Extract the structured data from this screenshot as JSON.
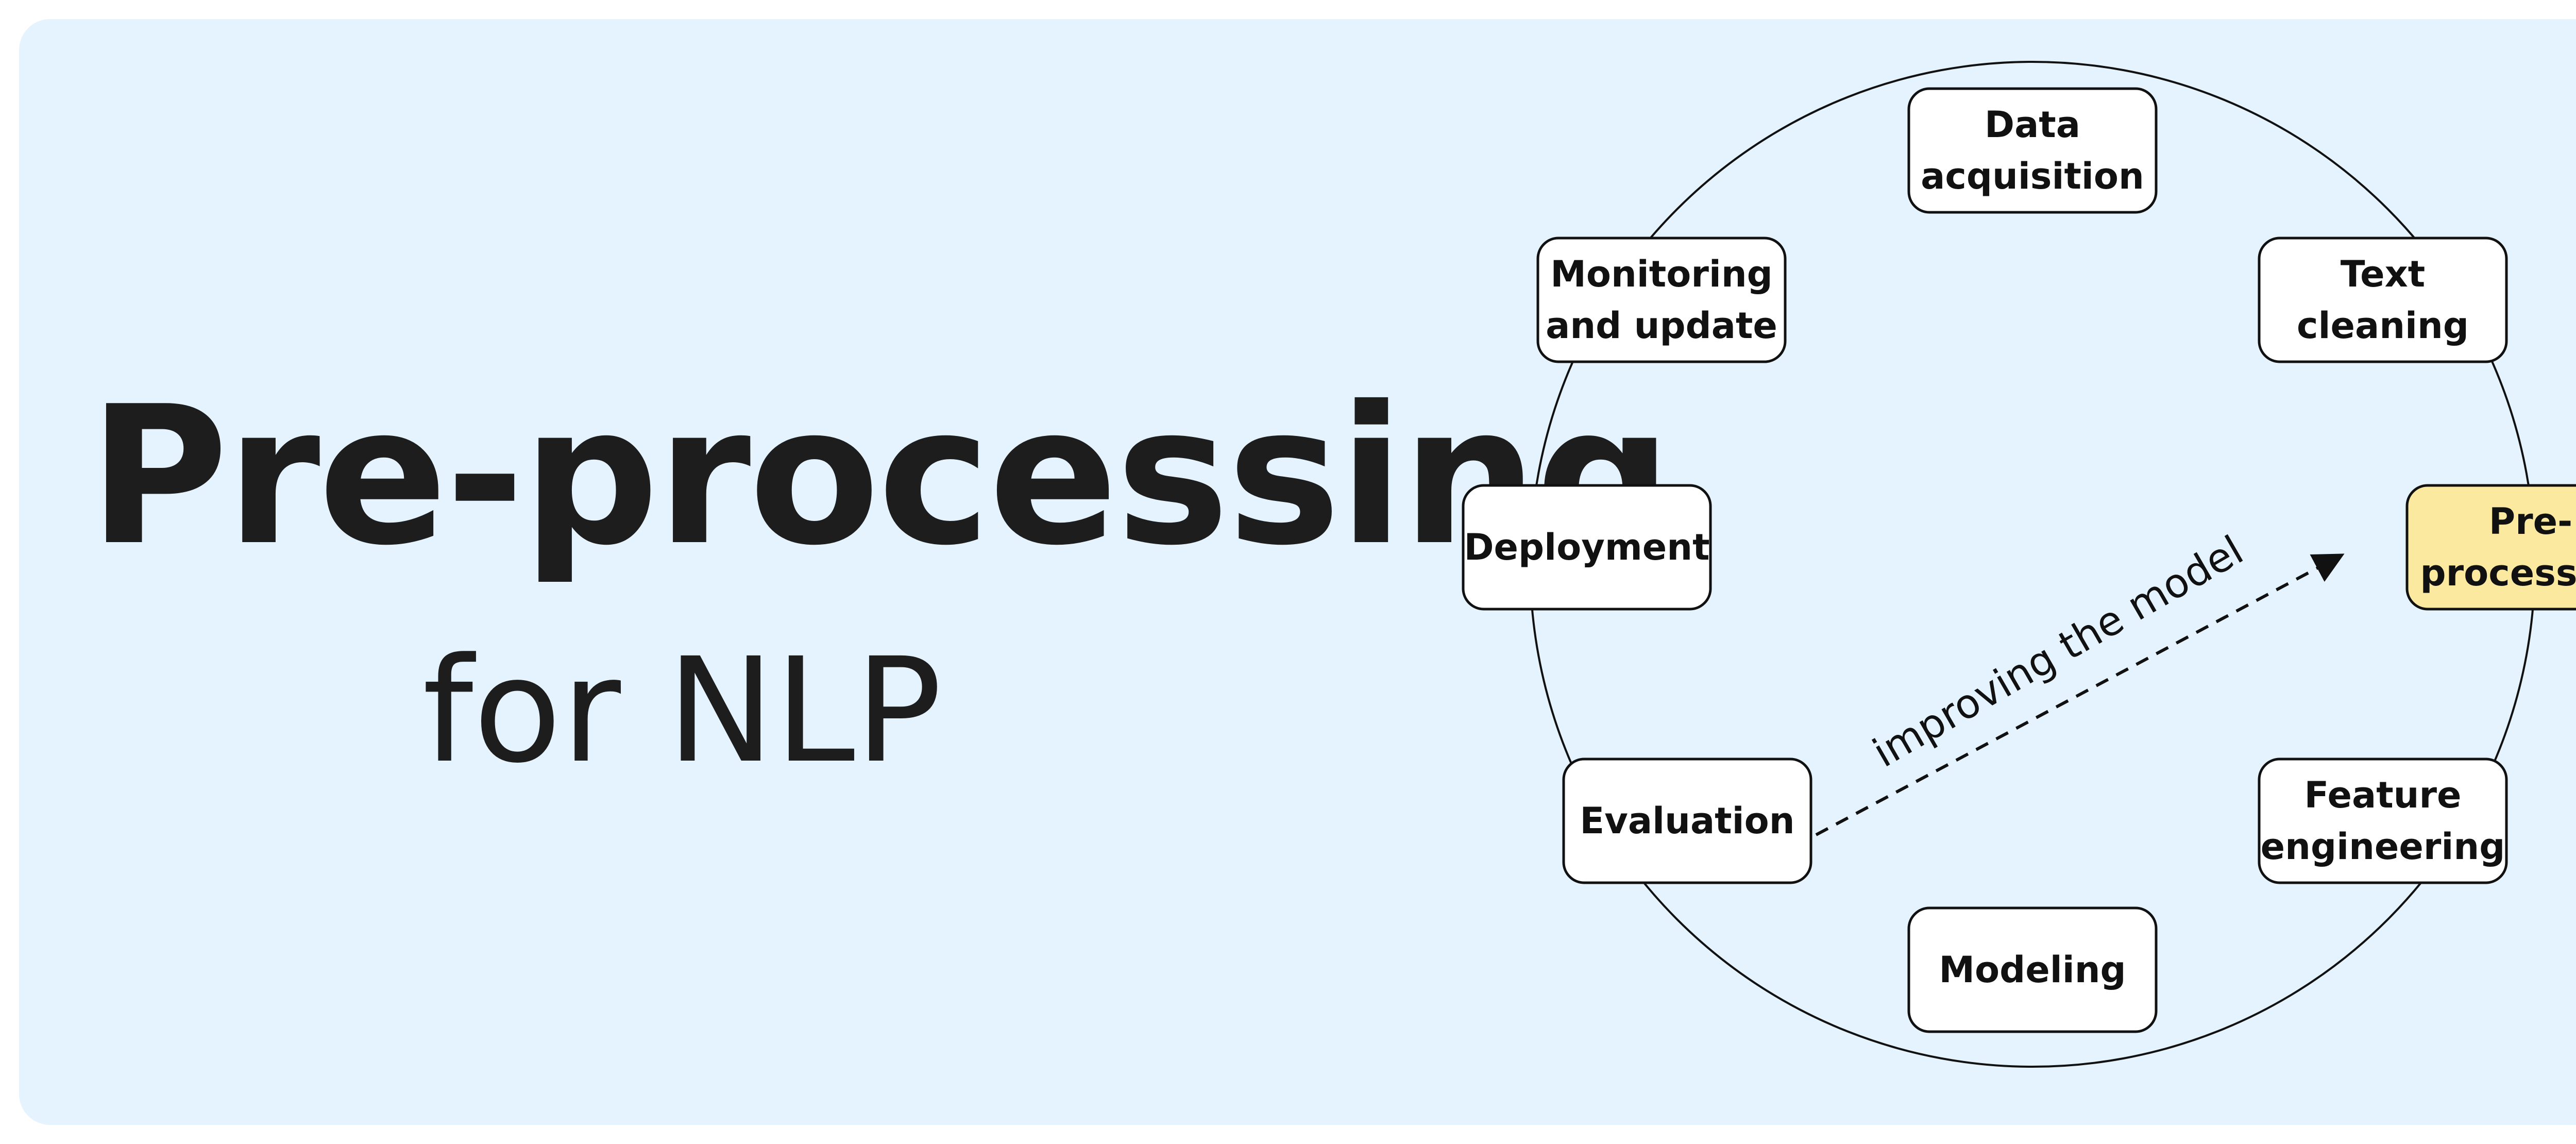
{
  "title": {
    "main": "Pre-processing",
    "sub": "for NLP"
  },
  "cycle": {
    "nodes": [
      {
        "id": "data-acquisition",
        "line1": "Data",
        "line2": "acquisition",
        "highlight": false
      },
      {
        "id": "text-cleaning",
        "line1": "Text",
        "line2": "cleaning",
        "highlight": false
      },
      {
        "id": "pre-processing",
        "line1": "Pre-",
        "line2": "processing",
        "highlight": true
      },
      {
        "id": "feature-engineering",
        "line1": "Feature",
        "line2": "engineering",
        "highlight": false
      },
      {
        "id": "modeling",
        "line1": "Modeling",
        "line2": "",
        "highlight": false
      },
      {
        "id": "evaluation",
        "line1": "Evaluation",
        "line2": "",
        "highlight": false
      },
      {
        "id": "deployment",
        "line1": "Deployment",
        "line2": "",
        "highlight": false
      },
      {
        "id": "monitoring-and-update",
        "line1": "Monitoring",
        "line2": "and update",
        "highlight": false
      }
    ],
    "arrow_label": "improving the model"
  },
  "colors": {
    "background": "#e4f3fd",
    "node_fill": "#ffffff",
    "highlight_fill": "#fbe9a0",
    "stroke": "#111111",
    "text": "#1d1d1d"
  }
}
